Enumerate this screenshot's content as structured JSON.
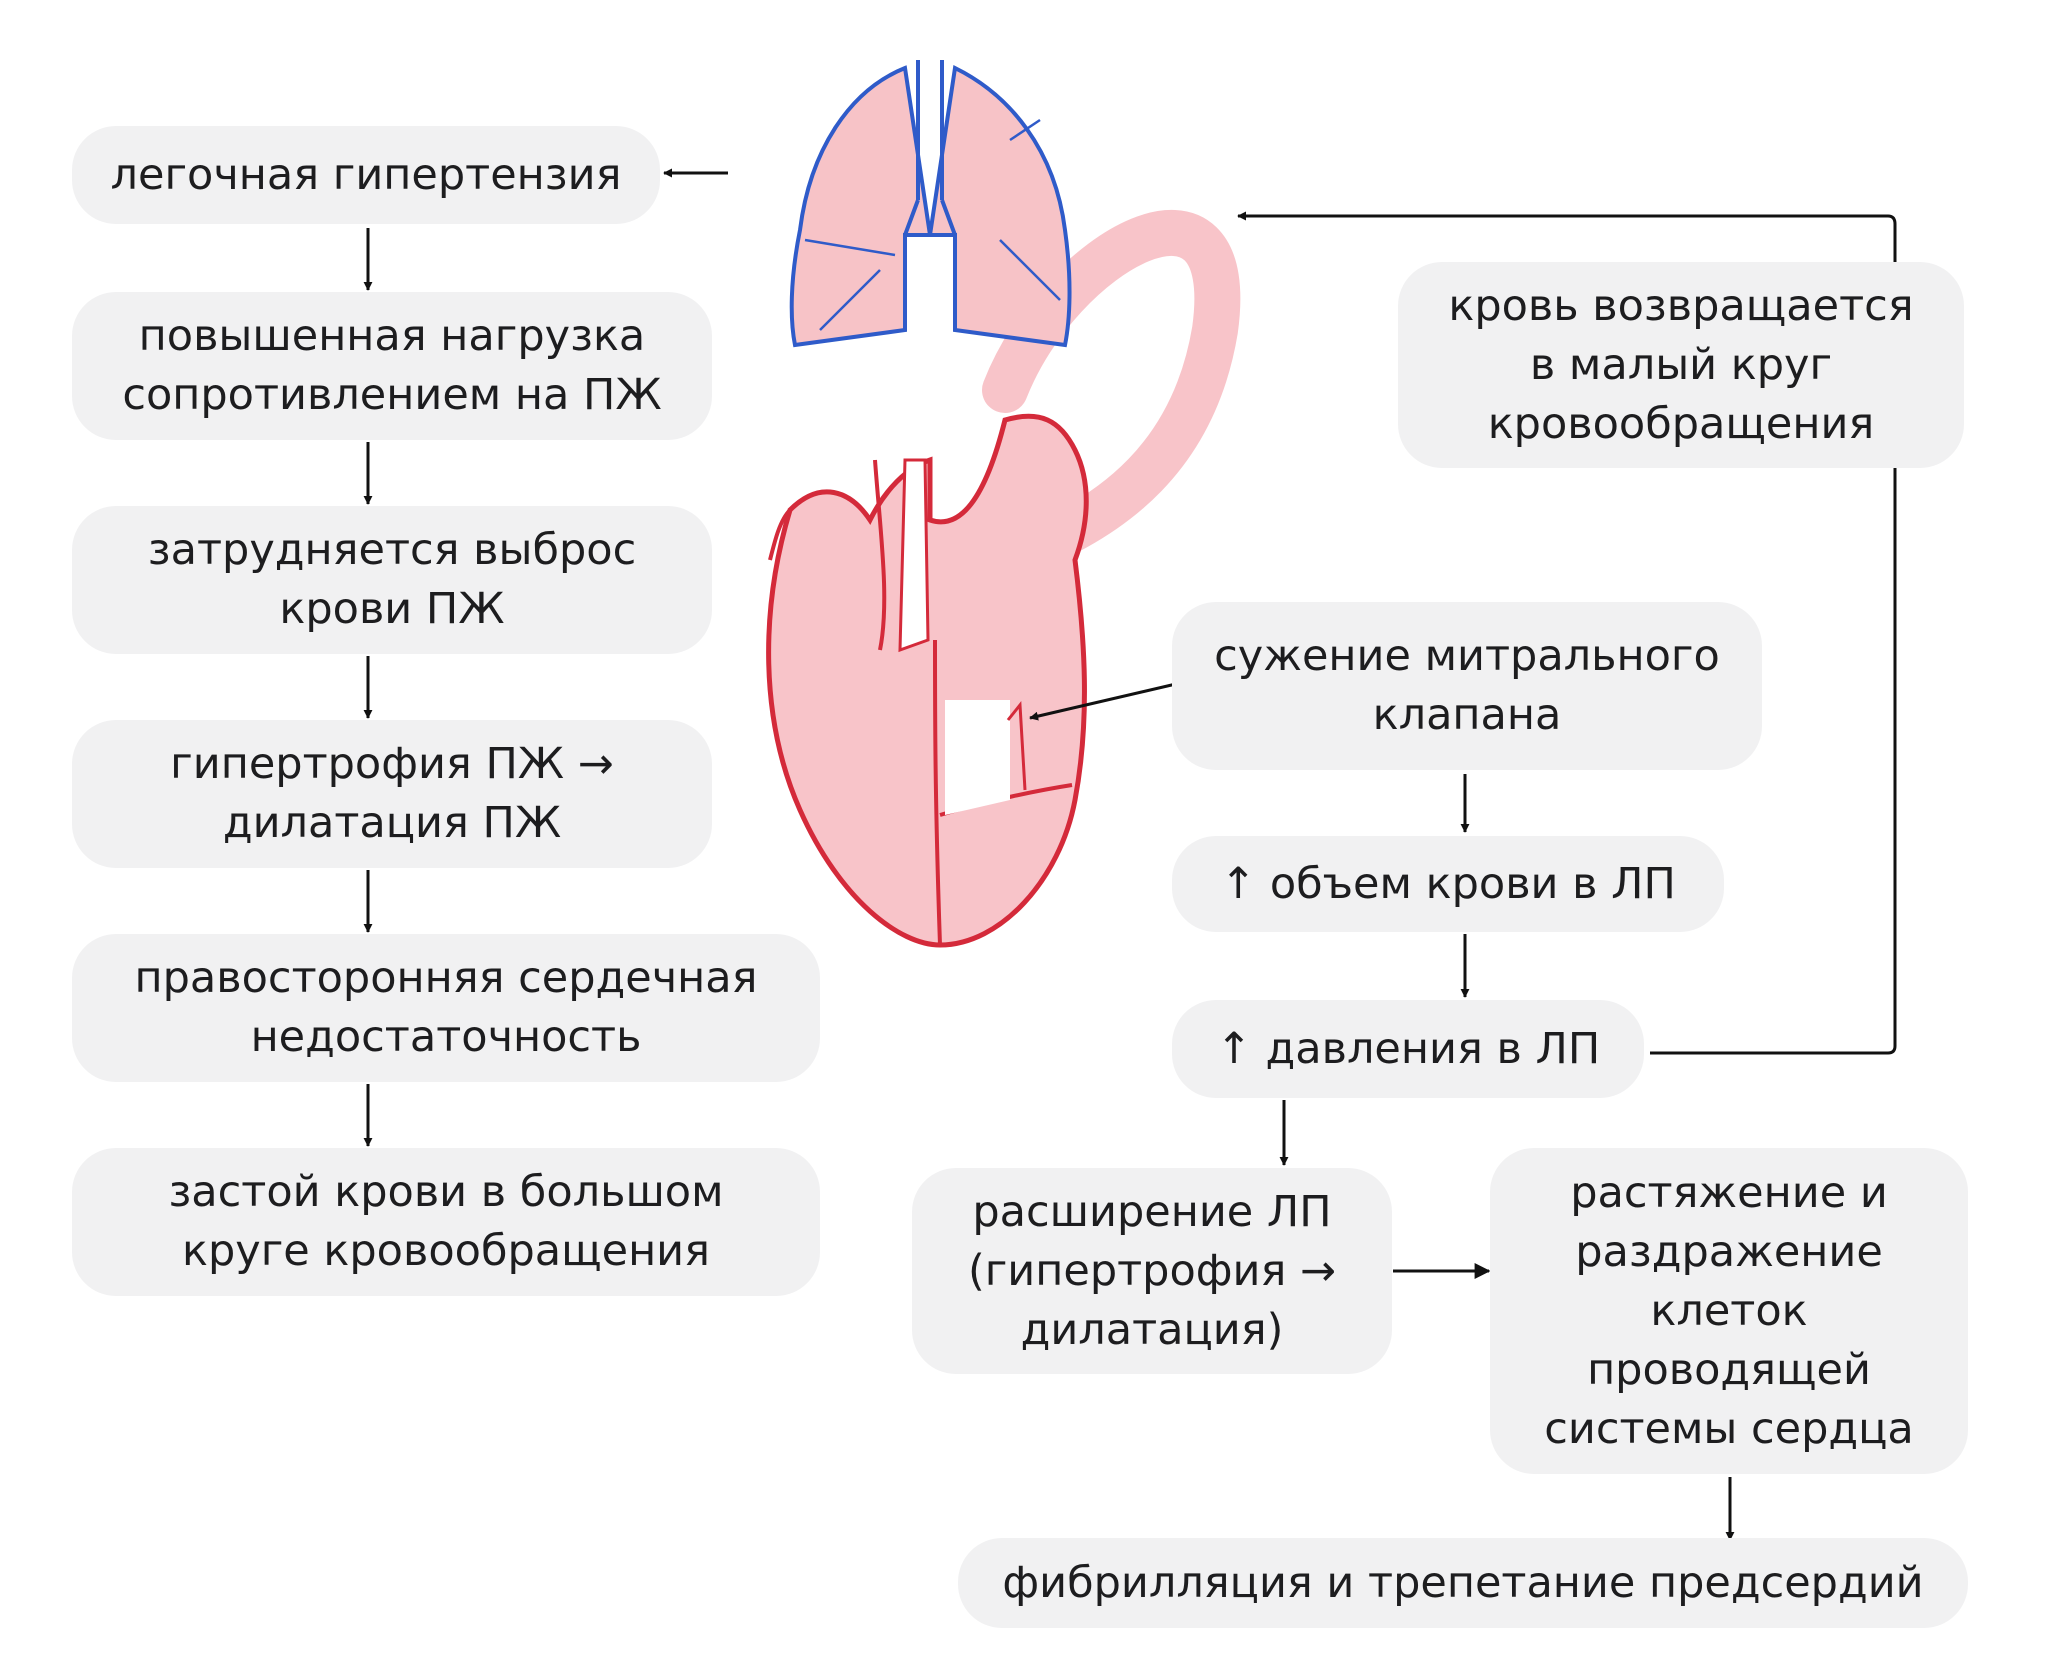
{
  "diagram": {
    "left_chain": [
      "легочная гипертензия",
      "повышенная нагрузка\nсопротивлением на ПЖ",
      "затрудняется выброс\nкрови ПЖ",
      "гипертрофия ПЖ →\nдилатация ПЖ",
      "правосторонняя сердечная\nнедостаточность",
      "застой крови в большом\nкруге кровообращения"
    ],
    "right_chain": {
      "blood_returns": "кровь возвращается\nв малый круг\nкровообращения",
      "mitral_stenosis": "сужение митрального\nклапана",
      "la_volume": "↑  объем крови в ЛП",
      "la_pressure": "↑  давления в ЛП",
      "la_dilation": "расширение ЛП\n(гипертрофия →\nдилатация)",
      "conduction_stretch": "растяжение и\nраздражение\nклеток\nпроводящей\nсистемы сердца",
      "fibrillation": "фибрилляция и трепетание предсердий"
    },
    "illustration_icons": [
      "lungs-icon",
      "vessel-icon",
      "heart-icon"
    ],
    "colors": {
      "box_bg": "#f1f1f2",
      "arrow": "#111111",
      "lung_fill": "#f7c3c7",
      "lung_outline": "#2f5bc9",
      "heart_fill": "#f8c4c9",
      "heart_outline": "#d42a3a",
      "vessel": "#f8c4c9"
    }
  }
}
